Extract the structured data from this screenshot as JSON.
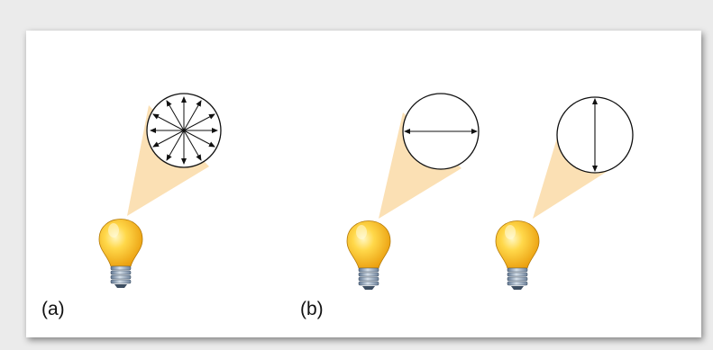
{
  "panels": [
    {
      "label": "(a)",
      "polarization": "unpolarized"
    },
    {
      "label": "(b)",
      "polarization": "linear",
      "orientations": [
        "horizontal",
        "vertical"
      ]
    }
  ],
  "colors": {
    "background": "#ebebeb",
    "card": "#ffffff",
    "beam": "#fbe0b4",
    "bulb": "#f7b51a",
    "bulb_highlight": "#fff7c2",
    "base": "#8ca0b8",
    "stroke": "#111111"
  },
  "icons": [
    "lightbulb-icon",
    "double-arrow-icon"
  ]
}
